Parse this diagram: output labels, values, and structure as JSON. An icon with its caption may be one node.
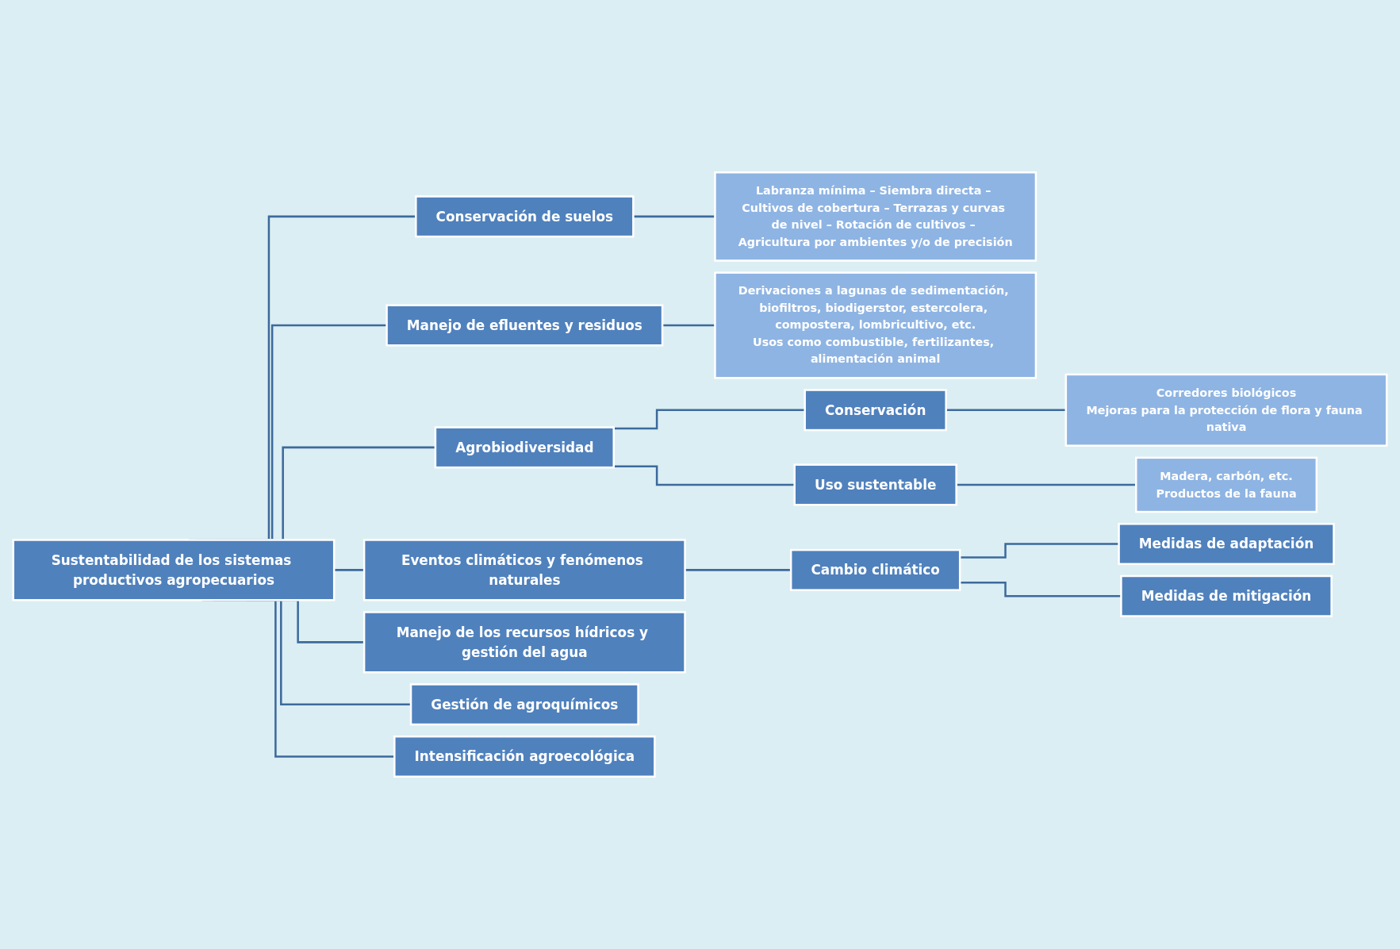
{
  "diagram": {
    "nodes": [
      {
        "text": [
          "Sustentabilidad de los sistemas productivos agropecuarios"
        ]
      },
      {
        "text": [
          "Conservación de suelos"
        ]
      },
      {
        "text": [
          "Labranza mínima – Siembra directa – Cultivos de cobertura – Terrazas y curvas de nivel – Rotación de cultivos – Agricultura por ambientes y/o de precisión"
        ]
      },
      {
        "text": [
          "Manejo de efluentes y residuos"
        ]
      },
      {
        "text": [
          "Derivaciones a lagunas de sedimentación, biofiltros, biodigerstor, estercolera, compostera, lombricultivo, etc.",
          "Usos como combustible, fertilizantes, alimentación animal"
        ]
      },
      {
        "text": [
          "Agrobiodiversidad"
        ]
      },
      {
        "text": [
          "Conservación"
        ]
      },
      {
        "text": [
          "Corredores biológicos",
          "Mejoras para la protección de flora y fauna nativa"
        ]
      },
      {
        "text": [
          "Uso sustentable"
        ]
      },
      {
        "text": [
          "Madera, carbón, etc.",
          "Productos de la fauna"
        ]
      },
      {
        "text": [
          "Eventos climáticos y fenómenos naturales"
        ]
      },
      {
        "text": [
          "Cambio climático"
        ]
      },
      {
        "text": [
          "Medidas de adaptación"
        ]
      },
      {
        "text": [
          "Medidas de mitigación"
        ]
      },
      {
        "text": [
          "Manejo de los recursos hídricos y gestión del agua"
        ]
      },
      {
        "text": [
          "Gestión de agroquímicos"
        ]
      },
      {
        "text": [
          "Intensificación agroecológica"
        ]
      }
    ],
    "edges": [
      {
        "from": 0,
        "to": 1,
        "arrow": "none"
      },
      {
        "from": 1,
        "to": 2,
        "arrow": "none"
      },
      {
        "from": 0,
        "to": 3,
        "arrow": "none"
      },
      {
        "from": 3,
        "to": 4,
        "arrow": "none"
      },
      {
        "from": 0,
        "to": 5,
        "arrow": "none"
      },
      {
        "from": 5,
        "to": 6,
        "arrow": "none"
      },
      {
        "from": 6,
        "to": 7,
        "arrow": "none"
      },
      {
        "from": 5,
        "to": 8,
        "arrow": "none"
      },
      {
        "from": 8,
        "to": 9,
        "arrow": "none"
      },
      {
        "from": 0,
        "to": 10,
        "arrow": "none"
      },
      {
        "from": 10,
        "to": 11,
        "arrow": "none"
      },
      {
        "from": 11,
        "to": 12,
        "arrow": "none"
      },
      {
        "from": 11,
        "to": 13,
        "arrow": "none"
      },
      {
        "from": 0,
        "to": 14,
        "arrow": "none"
      },
      {
        "from": 0,
        "to": 15,
        "arrow": "none"
      },
      {
        "from": 0,
        "to": 16,
        "arrow": "none"
      }
    ]
  }
}
